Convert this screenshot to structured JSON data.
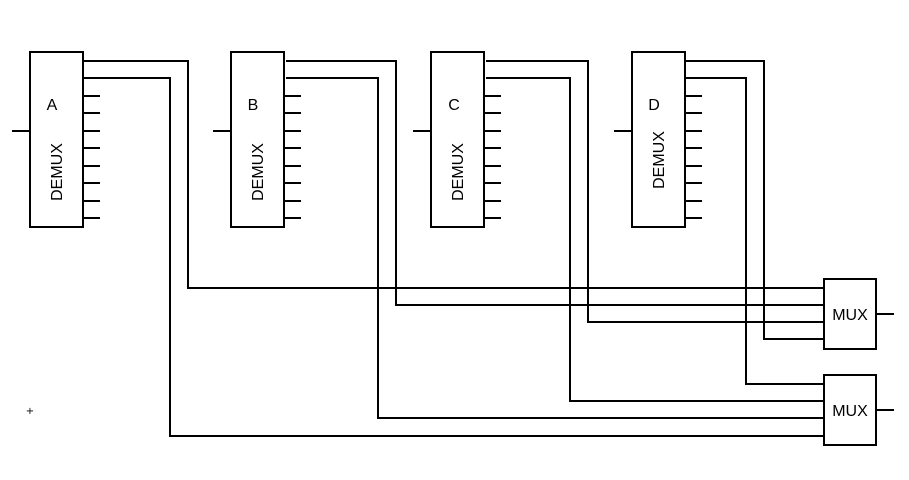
{
  "diagram": {
    "demuxes": [
      {
        "letter": "A",
        "type_label": "DEMUX"
      },
      {
        "letter": "B",
        "type_label": "DEMUX"
      },
      {
        "letter": "C",
        "type_label": "DEMUX"
      },
      {
        "letter": "D",
        "type_label": "DEMUX"
      }
    ],
    "muxes": [
      {
        "type_label": "MUX"
      },
      {
        "type_label": "MUX"
      }
    ],
    "stray_mark": "+",
    "colors": {
      "line": "#000000",
      "background": "#ffffff"
    }
  }
}
